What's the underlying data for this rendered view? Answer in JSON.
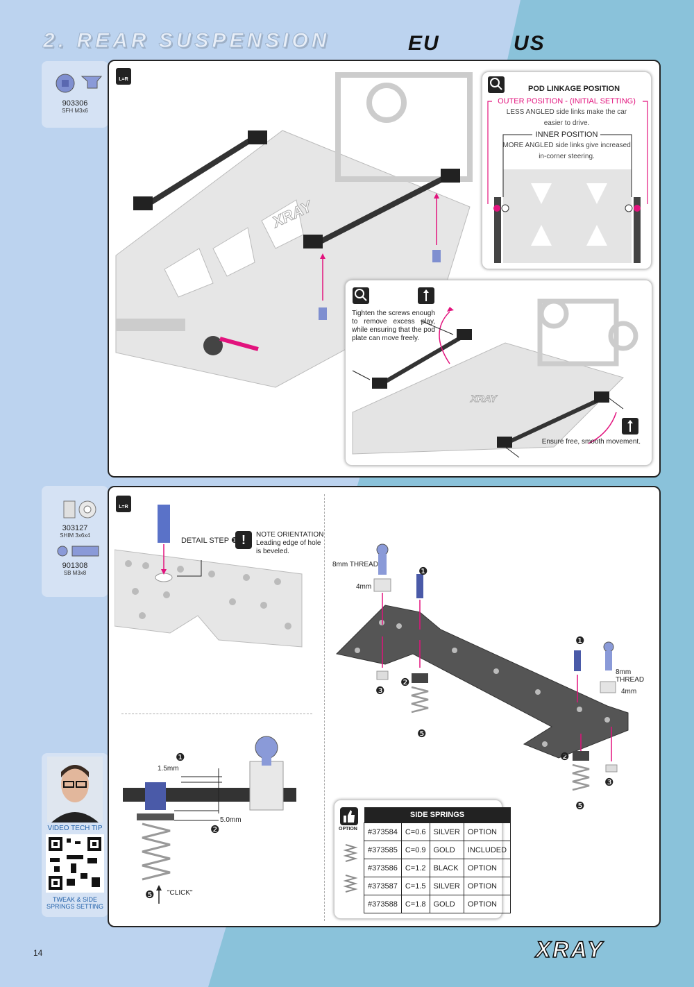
{
  "header": {
    "title": "2. REAR SUSPENSION",
    "logo_eu": "EU",
    "logo_us": "US"
  },
  "step1": {
    "part": {
      "number": "903306",
      "desc": "SFH M3x6"
    },
    "lr_label": "L=R",
    "pod_box": {
      "title": "POD LINKAGE POSITION",
      "outer_label": "OUTER POSITION - (INITIAL SETTING)",
      "outer_text_1": "LESS ANGLED side links make the car",
      "outer_text_2": "easier to drive.",
      "inner_label": "INNER POSITION",
      "inner_text_1": "MORE ANGLED side links give increased",
      "inner_text_2": "in-corner steering.",
      "detail_label": "DETAIL"
    },
    "detail_box": {
      "detail_label": "DETAIL",
      "tighten_note": "Tighten the screws enough to remove excess play, while ensuring that the pod plate can move freely.",
      "ensure_note": "Ensure free, smooth movement.",
      "plate_brand": "XRAY"
    },
    "plate_brand": "XRAY"
  },
  "step2": {
    "parts": [
      {
        "number": "303127",
        "desc": "SHIM 3x6x4"
      },
      {
        "number": "901308",
        "desc": "SB M3x8"
      }
    ],
    "lr_label": "L=R",
    "detail_step_label": "DETAIL STEP",
    "detail_step_num": "❶",
    "note_title": "NOTE ORIENTATION",
    "note_text_1": "Leading edge of hole",
    "note_text_2": "is beveled.",
    "dim_1": "1.5mm",
    "dim_2": "5.0mm",
    "click_label": "\"CLICK\"",
    "callouts": {
      "one": "❶",
      "two": "❷",
      "three": "❸",
      "five": "❺"
    },
    "thread_label_left": "8mm THREAD",
    "shim_label_left": "4mm",
    "thread_label_right": "8mm THREAD",
    "shim_label_right": "4mm",
    "video": {
      "title": "VIDEO TECH TIP",
      "caption_1": "TWEAK & SIDE",
      "caption_2": "SPRINGS SETTING"
    },
    "option_label": "OPTION",
    "springs_table": {
      "title": "SIDE SPRINGS",
      "rows": [
        {
          "part": "#373584",
          "rate": "C=0.6",
          "color": "SILVER",
          "status": "OPTION"
        },
        {
          "part": "#373585",
          "rate": "C=0.9",
          "color": "GOLD",
          "status": "INCLUDED"
        },
        {
          "part": "#373586",
          "rate": "C=1.2",
          "color": "BLACK",
          "status": "OPTION"
        },
        {
          "part": "#373587",
          "rate": "C=1.5",
          "color": "SILVER",
          "status": "OPTION"
        },
        {
          "part": "#373588",
          "rate": "C=1.8",
          "color": "GOLD",
          "status": "OPTION"
        }
      ]
    }
  },
  "footer": {
    "page_number": "14",
    "brand": "XRAY"
  },
  "colors": {
    "accent": "#e2137d",
    "panel_border": "#222222",
    "bg_left": "#bcd3ef",
    "bg_right": "#8ac2da"
  }
}
